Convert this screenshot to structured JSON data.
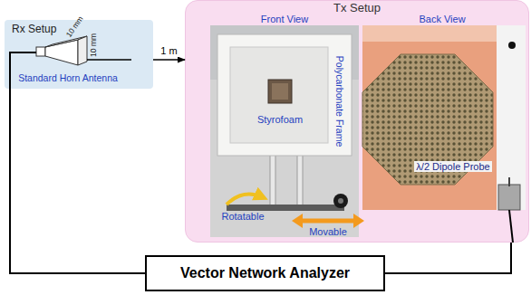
{
  "diagram": {
    "nodes": [
      {
        "text": [
          "Rx Setup"
        ]
      },
      {
        "text": [
          "Tx Setup"
        ]
      },
      {
        "text": [
          "Vector Network Analyzer"
        ]
      }
    ],
    "edges": [
      {
        "from": 0,
        "to": 1,
        "label": "1 m",
        "arrow": "to"
      },
      {
        "from": 0,
        "to": 2,
        "arrow": "none"
      },
      {
        "from": 1,
        "to": 2,
        "arrow": "none"
      }
    ],
    "labels": [
      "10 mm",
      "10 mm",
      "Standard Horn Antenna",
      "Front View",
      "Back View",
      "Styrofoam",
      "Polycarbonate Frame",
      "Rotatable",
      "Movable",
      "λ/2 Dipole Probe"
    ]
  }
}
